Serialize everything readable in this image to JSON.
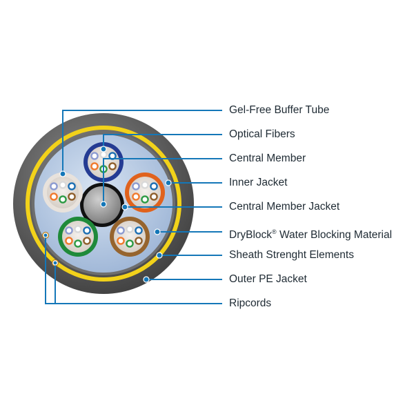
{
  "labels": {
    "gel_free_buffer_tube": "Gel-Free Buffer Tube",
    "optical_fibers": "Optical Fibers",
    "central_member": "Central Member",
    "inner_jacket": "Inner Jacket",
    "central_member_jacket": "Central Member Jacket",
    "dryblock_brand": "DryBlock",
    "dryblock_mark": "®",
    "dryblock_rest": " Water Blocking Material",
    "sheath_strength": "Sheath Strenght Elements",
    "outer_pe_jacket": "Outer PE Jacket",
    "ripcords": "Ripcords"
  },
  "colors": {
    "leader_line": "#1477b8",
    "outer_jacket": "#5b5b5b",
    "strength_ring": "#f2d21a",
    "water_block": "#adc3df",
    "tube_blue": "#243b93",
    "tube_orange": "#e0621d",
    "tube_brown": "#96642e",
    "tube_green": "#1f8a3a",
    "tube_white": "#e8e2dc",
    "central_jacket": "#111111",
    "central_member": "#8e8e8e"
  },
  "fiber_colors": [
    "#8c9bd1",
    "#d9d9d9",
    "#1d6fb3",
    "#f07a2c",
    "#2e9b45",
    "#8f5f2c"
  ]
}
